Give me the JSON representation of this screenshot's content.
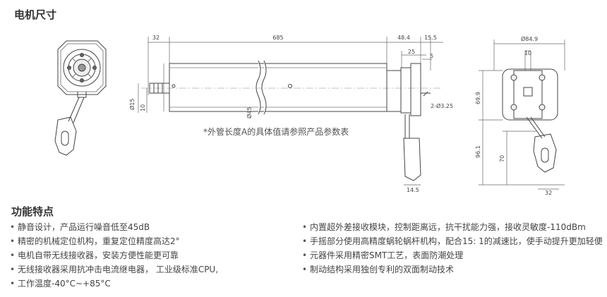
{
  "section_dimensions": {
    "title": "电机尺寸"
  },
  "section_features": {
    "title": "功能特点"
  },
  "note": "*外管长度A的具体值请参照产品参数表",
  "dims": {
    "d32": "32",
    "d685": "685",
    "d48_4": "48.4",
    "d15_5": "15.5",
    "d25": "25",
    "d5": "5",
    "phi15": "Ø15",
    "d10": "10",
    "phi45": "Ø45",
    "holes": "2-Ø3.25",
    "d14_5": "14.5",
    "phi84_9": "Ø84.9",
    "d10b": "10",
    "d69_9": "69.9",
    "d96_1": "96.1",
    "d70": "70",
    "d32b": "32"
  },
  "features_left": [
    "静音设计，产品运行噪音低至45dB",
    "精密的机械定位机构，重复定位精度高达2°",
    "电机自带无线接收器，安装方便性能更可靠",
    "无线接收器采用抗冲击电流继电器， 工业级标准CPU,"
  ],
  "features_left_cont": "工作温度-40°C~+85°C",
  "features_right": [
    "内置超外差接收模块，控制距离远，抗干扰能力强，接收灵敏度-110dBm",
    "手摇部分使用高精度蜗轮蜗杆机构，配合15: 1的减速比，使手动提升更加轻便",
    "元器件采用精密SMT工艺，表面防潮处理",
    "制动结构采用独创专利的双面制动技术"
  ]
}
